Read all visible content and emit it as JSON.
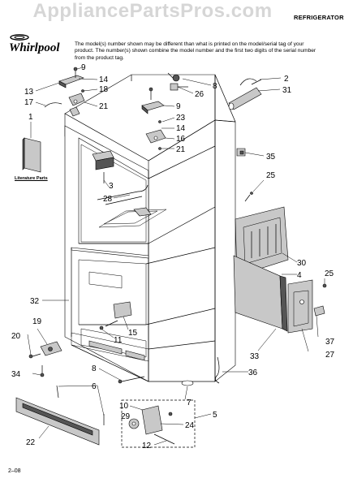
{
  "watermark": "AppliancePartsPros.com",
  "header": {
    "category": "REFRIGERATOR"
  },
  "brand": {
    "name": "Whirlpool"
  },
  "note": "The model(s) number shown may be different than what is printed on the model/serial tag of your product. The number(s) shown combine the model number and the first two digits of the serial number from the product tag.",
  "literature_label": "Literature Parts",
  "footer": {
    "page": "2–08"
  },
  "callouts": [
    "9",
    "14",
    "18",
    "13",
    "17",
    "21",
    "1",
    "8",
    "26",
    "2",
    "31",
    "9",
    "23",
    "14",
    "16",
    "21",
    "35",
    "25",
    "3",
    "28",
    "30",
    "4",
    "25",
    "32",
    "15",
    "11",
    "20",
    "19",
    "34",
    "37",
    "27",
    "33",
    "8",
    "6",
    "36",
    "7",
    "10",
    "29",
    "24",
    "5",
    "22",
    "12"
  ]
}
